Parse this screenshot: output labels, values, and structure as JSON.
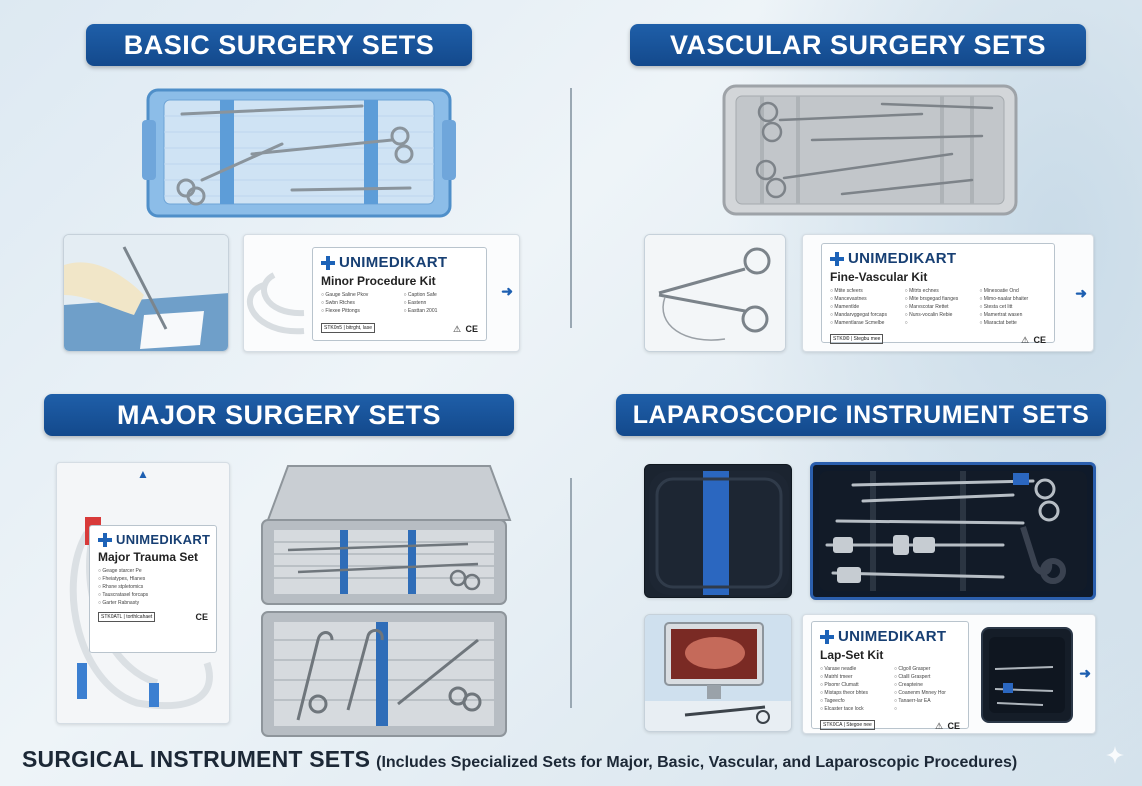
{
  "sections": {
    "basic": {
      "title": "BASIC SURGERY SETS"
    },
    "vascular": {
      "title": "VASCULAR SURGERY SETS"
    },
    "major": {
      "title": "MAJOR SURGERY SETS"
    },
    "laparoscopic": {
      "title": "LAPAROSCOPIC INSTRUMENT SETS"
    }
  },
  "labels": {
    "brand": "UNIMEDIKART",
    "minor": {
      "kit_name": "Minor Procedure Kit",
      "items": [
        "Gauge Saline Pkov",
        "Caption Safe",
        "Swbn Rtches",
        "Eastenn",
        "Flexee Pittongs",
        "Easttan 2001"
      ],
      "ref": "STK0n5 | bitrght, lase"
    },
    "vascular": {
      "kit_name": "Fine-Vascular Kit",
      "items": [
        "Mtite scfeers",
        "Mitrts echnes",
        "Minesoatie Ond",
        "Mancevastnes",
        "Mite brsgegad fianges",
        "Mimo-naalar bhaiter",
        "Mamentlde",
        "Marvscotar Rettet",
        "Stesta cet litt",
        "Mandarvggegat forcaps",
        "Nuns-vocalin Rebie",
        "Mamertrat wasen",
        "Mamentlarae Scmelbe",
        "",
        "Miaractat bette"
      ],
      "ref": "STK0l0 | Stegbu mee"
    },
    "trauma": {
      "kit_name": "Major Trauma Set",
      "items": [
        "Geage starcer Pe",
        "Fheiatypes, Hlanes",
        "Rhsne stpletomics",
        "Tauscratasel forcaps",
        "Garter Rabnasty"
      ],
      "ref": "STK0ATL | torthlcahaet"
    },
    "lapset": {
      "kit_name": "Lap-Set Kit",
      "items": [
        "Varase neadle",
        "Clgoll Grasper",
        "Matrhl tmeer",
        "Ctalll Graspert",
        "Plsomr Clumatt",
        "Creapteine",
        "Mistaps theor bhtes",
        "Coanenm Mnney Hor",
        "Tageecfo",
        "Tanaerr-lar EA",
        "Elcaster tace lock",
        ""
      ],
      "ref": "STK0CA | Stegoe nee"
    },
    "ce_mark": "CE"
  },
  "footer": {
    "main": "SURGICAL INSTRUMENT SETS",
    "sub": "(Includes Specialized Sets for Major, Basic, Vascular, and Laparoscopic Procedures)"
  },
  "colors": {
    "header_bg": "#1a559c",
    "accent_blue": "#1d63b8",
    "tray_blue": "#7fb3e0"
  }
}
